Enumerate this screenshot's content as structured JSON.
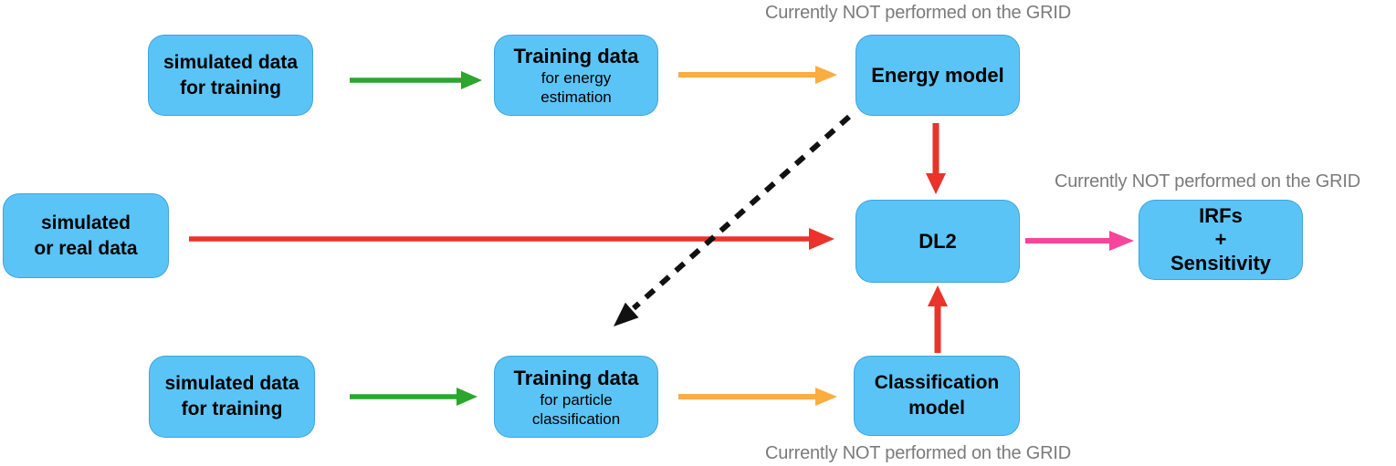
{
  "colors": {
    "box-fill": "#5BC4F7",
    "green": "#2CA62C",
    "orange": "#FBAD3F",
    "red": "#E9332B",
    "pink": "#F7449C",
    "dash-black": "#111111",
    "note-gray": "#7B7B7B",
    "text-black": "#000000"
  },
  "annotations": {
    "grid_note": "Currently NOT performed on the GRID"
  },
  "boxes": {
    "sim_train_top": {
      "line1": "simulated data",
      "line2": "for training"
    },
    "training_energy": {
      "title": "Training data",
      "sub1": "for energy",
      "sub2": "estimation"
    },
    "energy_model": {
      "title": "Energy model"
    },
    "sim_real": {
      "line1": "simulated",
      "line2": "or real data"
    },
    "dl2": {
      "title": "DL2"
    },
    "irfs": {
      "line1": "IRFs",
      "line2": "+",
      "line3": "Sensitivity"
    },
    "sim_train_bottom": {
      "line1": "simulated data",
      "line2": "for training"
    },
    "training_particle": {
      "title": "Training data",
      "sub1": "for particle",
      "sub2": "classification"
    },
    "class_model": {
      "line1": "Classification",
      "line2": "model"
    }
  },
  "edges": [
    {
      "from": "simulated data for training (top)",
      "to": "Training data for energy estimation",
      "color": "green",
      "style": "solid"
    },
    {
      "from": "Training data for energy estimation",
      "to": "Energy model",
      "color": "orange",
      "style": "solid"
    },
    {
      "from": "simulated or real data",
      "to": "DL2",
      "color": "red",
      "style": "solid"
    },
    {
      "from": "Energy model",
      "to": "DL2",
      "color": "red",
      "style": "solid"
    },
    {
      "from": "Classification model",
      "to": "DL2",
      "color": "red",
      "style": "solid"
    },
    {
      "from": "DL2",
      "to": "IRFs + Sensitivity",
      "color": "pink",
      "style": "solid"
    },
    {
      "from": "simulated data for training (bottom)",
      "to": "Training data for particle classification",
      "color": "green",
      "style": "solid"
    },
    {
      "from": "Training data for particle classification",
      "to": "Classification model",
      "color": "orange",
      "style": "solid"
    },
    {
      "from": "Energy model",
      "to": "Training data for particle classification",
      "color": "black",
      "style": "dashed"
    }
  ]
}
